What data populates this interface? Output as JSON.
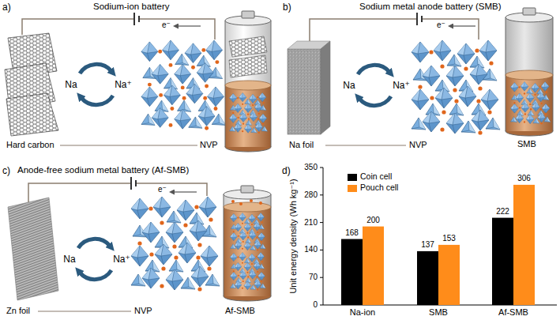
{
  "diagram": {
    "labels": [
      "a)",
      "Sodium-ion battery",
      "e⁻",
      "Hard carbon",
      "Na",
      "Na⁺",
      "NVP",
      "b)",
      "Sodium metal anode battery (SMB)",
      "e⁻",
      "Na",
      "Na⁺",
      "Na foil",
      "NVP",
      "SMB",
      "c)",
      "Anode-free sodium metal battery (Af-SMB)",
      "e⁻",
      "Na",
      "Na⁺",
      "Zn foil",
      "NVP",
      "Af-SMB",
      "d)",
      "Unit energy density (Wh kg⁻¹)",
      "350",
      "280",
      "210",
      "140",
      "70",
      "0",
      "168",
      "200",
      "137",
      "153",
      "222",
      "306",
      "Na-ion",
      "SMB",
      "Af-SMB"
    ],
    "legend": [
      {
        "text": "Coin cell",
        "color": "#000000"
      },
      {
        "text": "Pouch cell",
        "color": "#ff8c1a"
      }
    ]
  }
}
